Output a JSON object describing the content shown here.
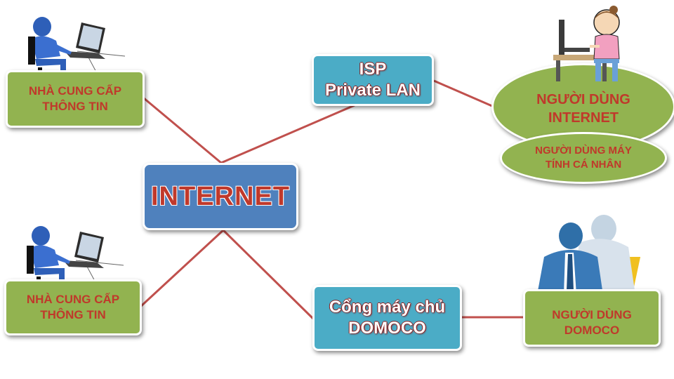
{
  "center": {
    "line1": "INTERNET"
  },
  "providers": [
    {
      "line1": "NHÀ CUNG CẤP",
      "line2": "THÔNG TIN"
    },
    {
      "line1": "NHÀ CUNG CẤP",
      "line2": "THÔNG TIN"
    }
  ],
  "isp": {
    "line1": "ISP",
    "line2": "Private LAN"
  },
  "gateway": {
    "line1": "Cổng máy chủ",
    "line2": "DOMOCO"
  },
  "internet_user": {
    "line1": "NGƯỜI DÙNG",
    "line2": "INTERNET"
  },
  "pc_user": {
    "line1": "NGƯỜI DÙNG MÁY",
    "line2": "TÍNH CÁ NHÂN"
  },
  "domoco_user": {
    "line1": "NGƯỜI DÙNG",
    "line2": "DOMOCO"
  },
  "colors": {
    "connector": "#c0504d",
    "green": "#92b350",
    "teal": "#4bacc6",
    "blue": "#4f81bd",
    "text_red": "#c0392b"
  },
  "icons": [
    "user-at-computer-icon",
    "girl-at-computer-icon",
    "business-people-icon"
  ]
}
